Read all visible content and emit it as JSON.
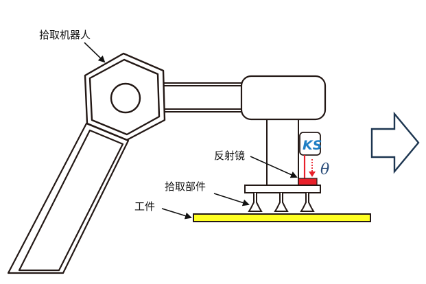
{
  "diagram": {
    "labels": {
      "robot": "拾取机器人",
      "mirror": "反射镜",
      "pickup_part": "拾取部件",
      "workpiece": "工件"
    },
    "sensor": {
      "logo_text": "KS",
      "angle_symbol": "θ"
    },
    "colors": {
      "outline": "#231815",
      "workpiece_fill": "#ffff22",
      "mirror_fill": "#e8202a",
      "beam": "#e8202a",
      "logo": "#1f7fc4",
      "theta": "#2a4d7a",
      "next_arrow": "#1c3550"
    },
    "next_arrow": "arrow-right-outline"
  }
}
